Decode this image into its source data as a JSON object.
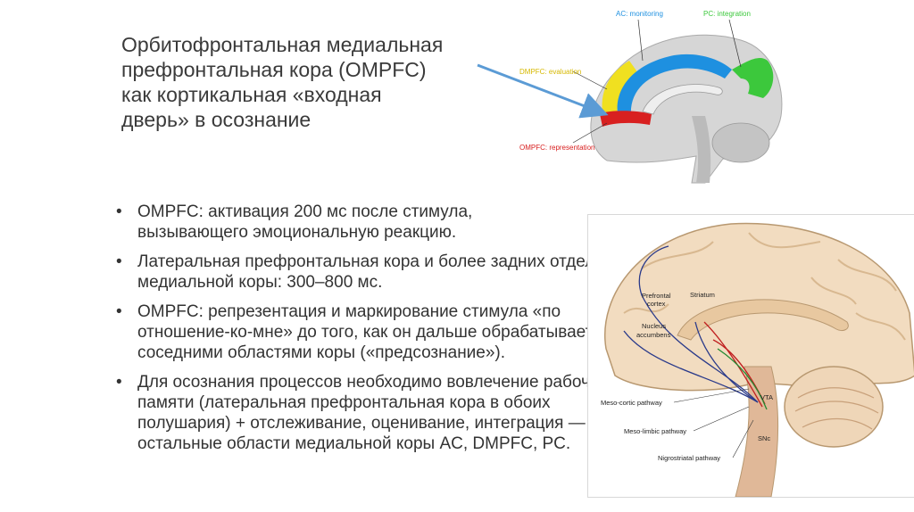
{
  "slide": {
    "title_lines": [
      "Орбитофронтальная медиальная",
      "префронтальная кора (OMPFC)",
      "как кортикальная «входная",
      "дверь» в осознание"
    ]
  },
  "bullets": [
    {
      "lines": [
        "OMPFC: активация 200 мс после стимула,",
        "вызывающего эмоциональную реакцию."
      ]
    },
    {
      "lines": [
        "Латеральная префронтальная кора и более задних отделов",
        "медиальной коры: 300–800 мс."
      ]
    },
    {
      "lines": [
        "OMPFC: репрезентация и маркирование стимула «по",
        "отношение-ко-мне» до того, как он дальше обрабатывается",
        "соседними областями коры («предсознание»)."
      ]
    },
    {
      "lines": [
        "Для осознания процессов необходимо вовлечение рабочей",
        "памяти (латеральная префронтальная кора в обоих",
        "полушария) + отслеживание, оценивание, интеграция —",
        "остальные области медиальной коры AC, DMPFC, PC."
      ]
    }
  ],
  "figure_top": {
    "labels": {
      "ac": "AC: monitoring",
      "pc": "PC: integration",
      "dmpfc": "DMPFC: evaluation",
      "ompfc": "OMPFC: representation"
    },
    "colors": {
      "ac": "#1e90e0",
      "pc": "#3cc83c",
      "dmpfc": "#f0e020",
      "ompfc": "#d82020",
      "arrow": "#5b9bd5",
      "brain": "#c8c8c8"
    }
  },
  "figure_bottom": {
    "labels": {
      "prefrontal": "Prefrontal\ncortex",
      "striatum": "Striatum",
      "nucleus": "Nucleus\naccumbens",
      "vta": "VTA",
      "snc": "SNc",
      "mesocortic": "Meso-cortic pathway",
      "mesolimbic": "Meso-limbic pathway",
      "nigrostriatal": "Nigrostriatal pathway"
    },
    "colors": {
      "brain": "#f2dcc0",
      "gyri": "#d8b890",
      "pathway_blue": "#2a3a8a",
      "pathway_red": "#c02020",
      "pathway_green": "#208a30"
    }
  }
}
